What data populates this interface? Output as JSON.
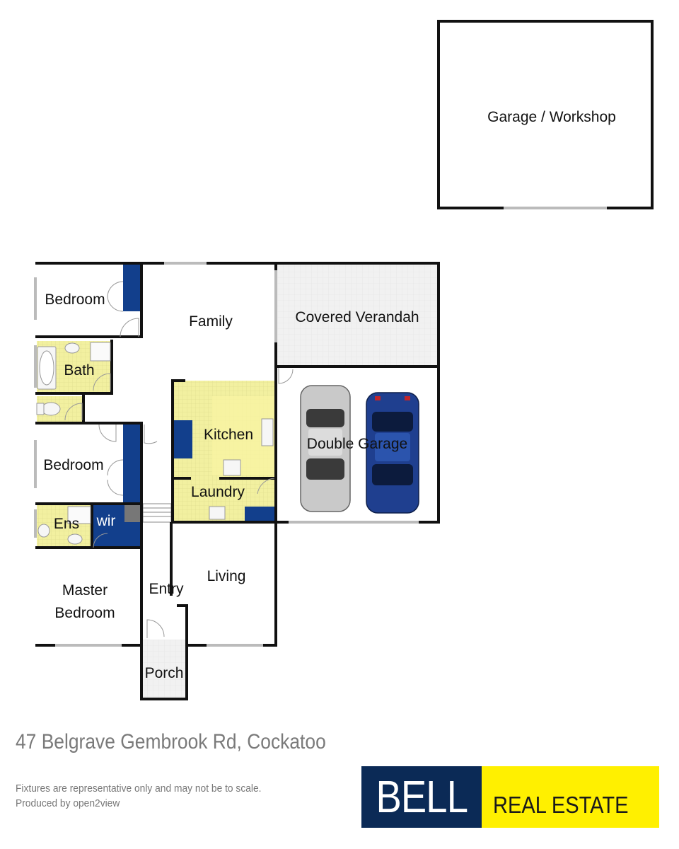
{
  "floorplan": {
    "rooms": {
      "garage_workshop": "Garage / Workshop",
      "bedroom_1": "Bedroom",
      "family": "Family",
      "covered_verandah": "Covered Verandah",
      "bath": "Bath",
      "kitchen": "Kitchen",
      "double_garage": "Double Garage",
      "bedroom_2": "Bedroom",
      "laundry": "Laundry",
      "ens": "Ens",
      "wir": "wir",
      "living": "Living",
      "entry": "Entry",
      "master_bedroom_line1": "Master",
      "master_bedroom_line2": "Bedroom",
      "porch": "Porch"
    },
    "colors": {
      "wet_area": "#f2f0a0",
      "wardrobe": "#123f8c",
      "verandah": "#efefef",
      "wall": "#111111"
    }
  },
  "footer": {
    "address": "47 Belgrave Gembrook Rd, Cockatoo",
    "disclaimer": "Fixtures are representative only and may not be to scale.",
    "produced_by": "Produced by open2view"
  },
  "logo": {
    "brand": "BELL",
    "tagline": "REAL ESTATE",
    "navy": "#0b2a56",
    "yellow": "#fff000"
  }
}
